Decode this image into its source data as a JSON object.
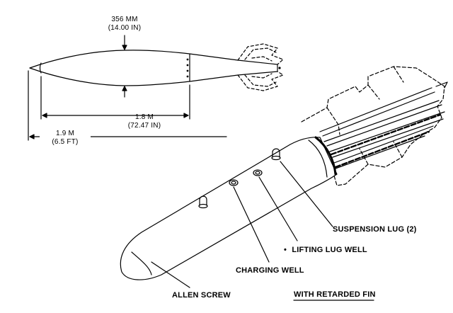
{
  "dimensions": {
    "diameter": {
      "metric": "356 MM",
      "imperial": "(14.00 IN)"
    },
    "body_length": {
      "metric": "1.8 M",
      "imperial": "(72.47 IN)"
    },
    "overall_length": {
      "metric": "1.9 M",
      "imperial": "(6.5 FT)"
    }
  },
  "callouts": {
    "suspension_lug": "SUSPENSION LUG (2)",
    "lifting_lug_well": "LIFTING LUG WELL",
    "lifting_lug_well_bullet": "•",
    "charging_well": "CHARGING WELL",
    "allen_screw": "ALLEN SCREW",
    "fin_caption": "WITH RETARDED FIN"
  }
}
